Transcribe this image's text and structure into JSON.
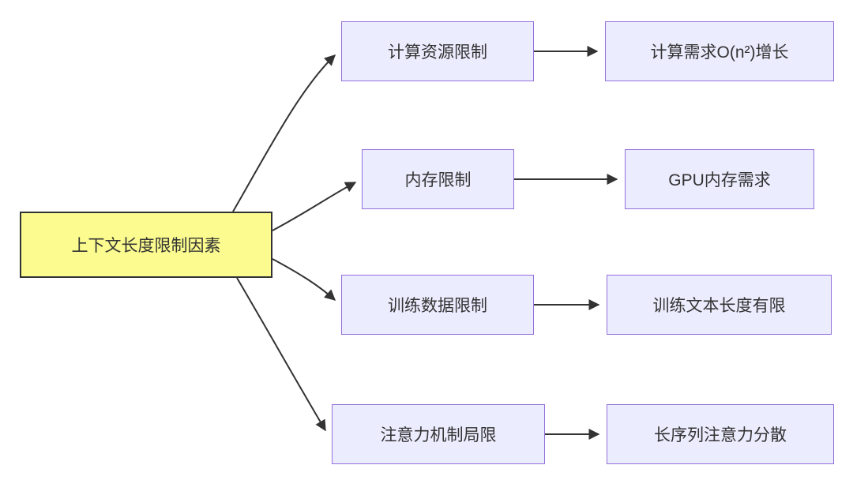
{
  "diagram": {
    "title": "context-length-limit-factors-flowchart",
    "root": {
      "label": "上下文长度限制因素"
    },
    "branches": [
      {
        "factor": "计算资源限制",
        "consequence": "计算需求O(n²)增长"
      },
      {
        "factor": "内存限制",
        "consequence": "GPU内存需求"
      },
      {
        "factor": "训练数据限制",
        "consequence": "训练文本长度有限"
      },
      {
        "factor": "注意力机制局限",
        "consequence": "长序列注意力分散"
      }
    ],
    "colors": {
      "root_fill": "#FBFB8F",
      "root_border": "#333333",
      "node_fill": "#ECECFF",
      "node_border": "#9370DB",
      "edge": "#333333",
      "text": "#333333",
      "background": "#FFFFFF"
    }
  }
}
